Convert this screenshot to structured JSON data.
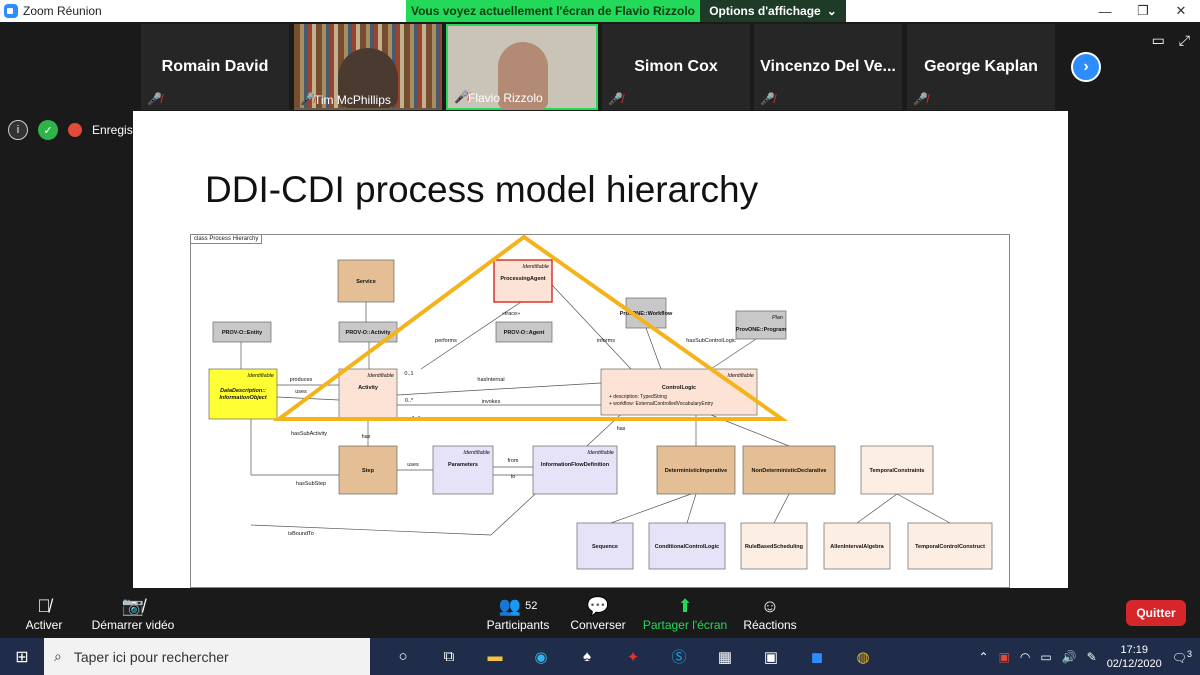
{
  "window": {
    "title": "Zoom Réunion"
  },
  "share_banner": {
    "text": "Vous voyez actuellement l'écran de Flavio Rizzolo",
    "options": "Options d'affichage"
  },
  "participants": [
    {
      "name": "Romain David",
      "video": false
    },
    {
      "name": "Tim McPhillips",
      "video": true
    },
    {
      "name": "Flavio Rizzolo",
      "video": true,
      "active": true
    },
    {
      "name": "Simon Cox",
      "video": false
    },
    {
      "name": "Vincenzo  Del  Ve...",
      "video": false
    },
    {
      "name": "George Kaplan",
      "video": false
    }
  ],
  "status": {
    "recording": "Enregistre"
  },
  "slide": {
    "title": "DDI-CDI process model hierarchy",
    "diagram_tab": "class Process Hierarchy",
    "boxes": [
      {
        "label": "Service",
        "stereo": "",
        "kind": "tan"
      },
      {
        "label": "ProcessingAgent",
        "stereo": "Identifiable",
        "kind": "pink-red"
      },
      {
        "label": "ProvONE::Workflow",
        "stereo": "",
        "kind": "gray"
      },
      {
        "label": "ProvONE::Program",
        "stereo": "Plan",
        "kind": "gray"
      },
      {
        "label": "PROV-O::Entity",
        "stereo": "",
        "kind": "gray"
      },
      {
        "label": "PROV-O::Activity",
        "stereo": "",
        "kind": "gray"
      },
      {
        "label": "PROV-O::Agent",
        "stereo": "",
        "kind": "gray"
      },
      {
        "label": "DataDescription::InformationObject",
        "stereo": "Identifiable",
        "kind": "yellow"
      },
      {
        "label": "Activity",
        "stereo": "Identifiable",
        "kind": "pink"
      },
      {
        "label": "ControlLogic",
        "stereo": "Identifiable",
        "kind": "pink"
      },
      {
        "label": "Step",
        "stereo": "",
        "kind": "tan"
      },
      {
        "label": "Parameters",
        "stereo": "Identifiable",
        "kind": "lilac"
      },
      {
        "label": "InformationFlowDefinition",
        "stereo": "Identifiable",
        "kind": "lilac"
      },
      {
        "label": "DeterministicImperative",
        "stereo": "",
        "kind": "tan"
      },
      {
        "label": "NonDeterministicDeclarative",
        "stereo": "",
        "kind": "tan"
      },
      {
        "label": "TemporalConstraints",
        "stereo": "",
        "kind": "peach"
      },
      {
        "label": "Sequence",
        "stereo": "",
        "kind": "lilac"
      },
      {
        "label": "ConditionalControlLogic",
        "stereo": "",
        "kind": "lilac"
      },
      {
        "label": "RuleBasedScheduling",
        "stereo": "",
        "kind": "peach"
      },
      {
        "label": "AllenIntervalAlgebra",
        "stereo": "",
        "kind": "peach"
      },
      {
        "label": "TemporalControlConstruct",
        "stereo": "",
        "kind": "peach"
      }
    ],
    "control_logic_attrs": [
      "description: TypedString",
      "workflow: ExternalControlledVocabularyEntry"
    ],
    "edge_labels": [
      "«trace»",
      "performs",
      "informs",
      "hasInternal",
      "invokes",
      "produces",
      "uses",
      "hasSubActivity",
      "has",
      "uses",
      "from",
      "to",
      "hasSubStep",
      "isBoundTo",
      "hasSubControlLogic",
      "0..*",
      "0..1",
      "1..*",
      "has"
    ],
    "accent": "#f4b31a"
  },
  "controls": {
    "mute": "Activer",
    "video": "Démarrer vidéo",
    "participants": "Participants",
    "participants_count": "52",
    "chat": "Converser",
    "share": "Partager l'écran",
    "reactions": "Réactions",
    "quit": "Quitter"
  },
  "taskbar": {
    "search_placeholder": "Taper ici pour rechercher",
    "time": "17:19",
    "date": "02/12/2020",
    "notif_count": "3"
  }
}
